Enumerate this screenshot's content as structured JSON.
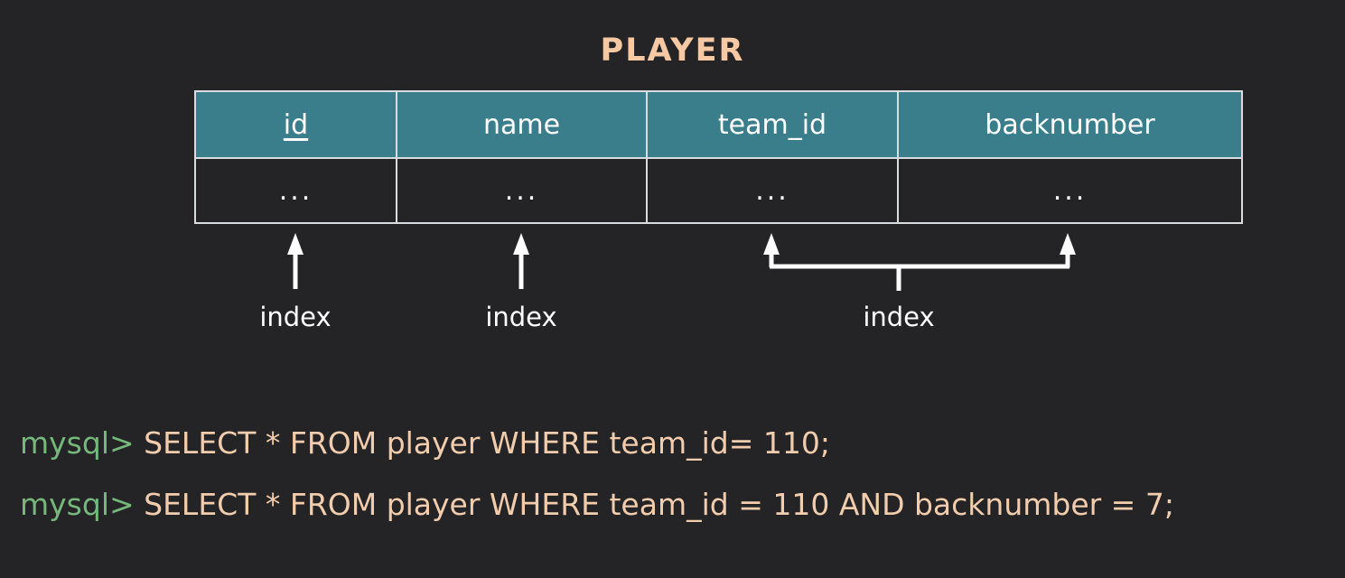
{
  "diagram": {
    "title": "PLAYER",
    "title_color": "#f6c9a4",
    "background_color": "#242325",
    "header_color": "#3b7e8b",
    "border_color": "#d9dde0",
    "table": {
      "columns": [
        {
          "label": "id",
          "primary_key": true
        },
        {
          "label": "name",
          "primary_key": false
        },
        {
          "label": "team_id",
          "primary_key": false
        },
        {
          "label": "backnumber",
          "primary_key": false
        }
      ],
      "rows": [
        {
          "id": "...",
          "name": "...",
          "team_id": "...",
          "backnumber": "..."
        }
      ]
    },
    "annotations": [
      {
        "type": "single-arrow",
        "target": "id",
        "label": "index"
      },
      {
        "type": "single-arrow",
        "target": "name",
        "label": "index"
      },
      {
        "type": "bracket-arrow",
        "targets": [
          "team_id",
          "backnumber"
        ],
        "label": "index"
      }
    ]
  },
  "console": {
    "prompt": "mysql>",
    "prompt_color": "#76b77b",
    "text_color": "#f2cdad",
    "lines": [
      {
        "prompt": "mysql>",
        "query": " SELECT * FROM player WHERE team_id= 110;"
      },
      {
        "prompt": "mysql>",
        "query": " SELECT * FROM player WHERE team_id = 110 AND backnumber = 7;"
      }
    ]
  }
}
